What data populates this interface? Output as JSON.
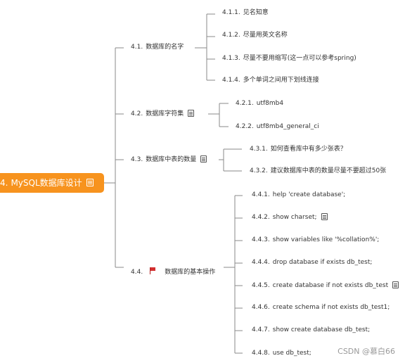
{
  "root": {
    "number": "4.",
    "label": "MySQL数据库设计"
  },
  "sections": [
    {
      "number": "4.1.",
      "label": "数据库的名字",
      "children": [
        {
          "number": "4.1.1.",
          "label": "见名知意"
        },
        {
          "number": "4.1.2.",
          "label": "尽量用英文名称"
        },
        {
          "number": "4.1.3.",
          "label": "尽量不要用缩写(这一点可以参考spring)"
        },
        {
          "number": "4.1.4.",
          "label": "多个单词之间用下划线连接"
        }
      ]
    },
    {
      "number": "4.2.",
      "label": "数据库字符集",
      "icon": "note-icon",
      "children": [
        {
          "number": "4.2.1.",
          "label": "utf8mb4"
        },
        {
          "number": "4.2.2.",
          "label": "utf8mb4_general_ci"
        }
      ]
    },
    {
      "number": "4.3.",
      "label": "数据库中表的数量",
      "icon": "note-icon",
      "children": [
        {
          "number": "4.3.1.",
          "label": "如何查看库中有多少张表？"
        },
        {
          "number": "4.3.2.",
          "label": "建议数据库中表的数量尽量不要超过50张"
        }
      ]
    },
    {
      "number": "4.4.",
      "label": "数据库的基本操作",
      "icon": "flag-icon",
      "children": [
        {
          "number": "4.4.1.",
          "label": "help 'create database';"
        },
        {
          "number": "4.4.2.",
          "label": "show charset;",
          "icon": "note-icon"
        },
        {
          "number": "4.4.3.",
          "label": "show variables like '%collation%';"
        },
        {
          "number": "4.4.4.",
          "label": "drop database if exists db_test;"
        },
        {
          "number": "4.4.5.",
          "label": "create database if not exists db_test",
          "icon": "note-icon"
        },
        {
          "number": "4.4.6.",
          "label": "create schema if not exists db_test1;"
        },
        {
          "number": "4.4.7.",
          "label": "show create database db_test;"
        },
        {
          "number": "4.4.8.",
          "label": "use db_test;"
        }
      ]
    }
  ],
  "watermark": "CSDN @慕白66",
  "colors": {
    "root_fill": "#f7931e",
    "line": "#8a8a8a",
    "flag": "#d32f2f"
  }
}
